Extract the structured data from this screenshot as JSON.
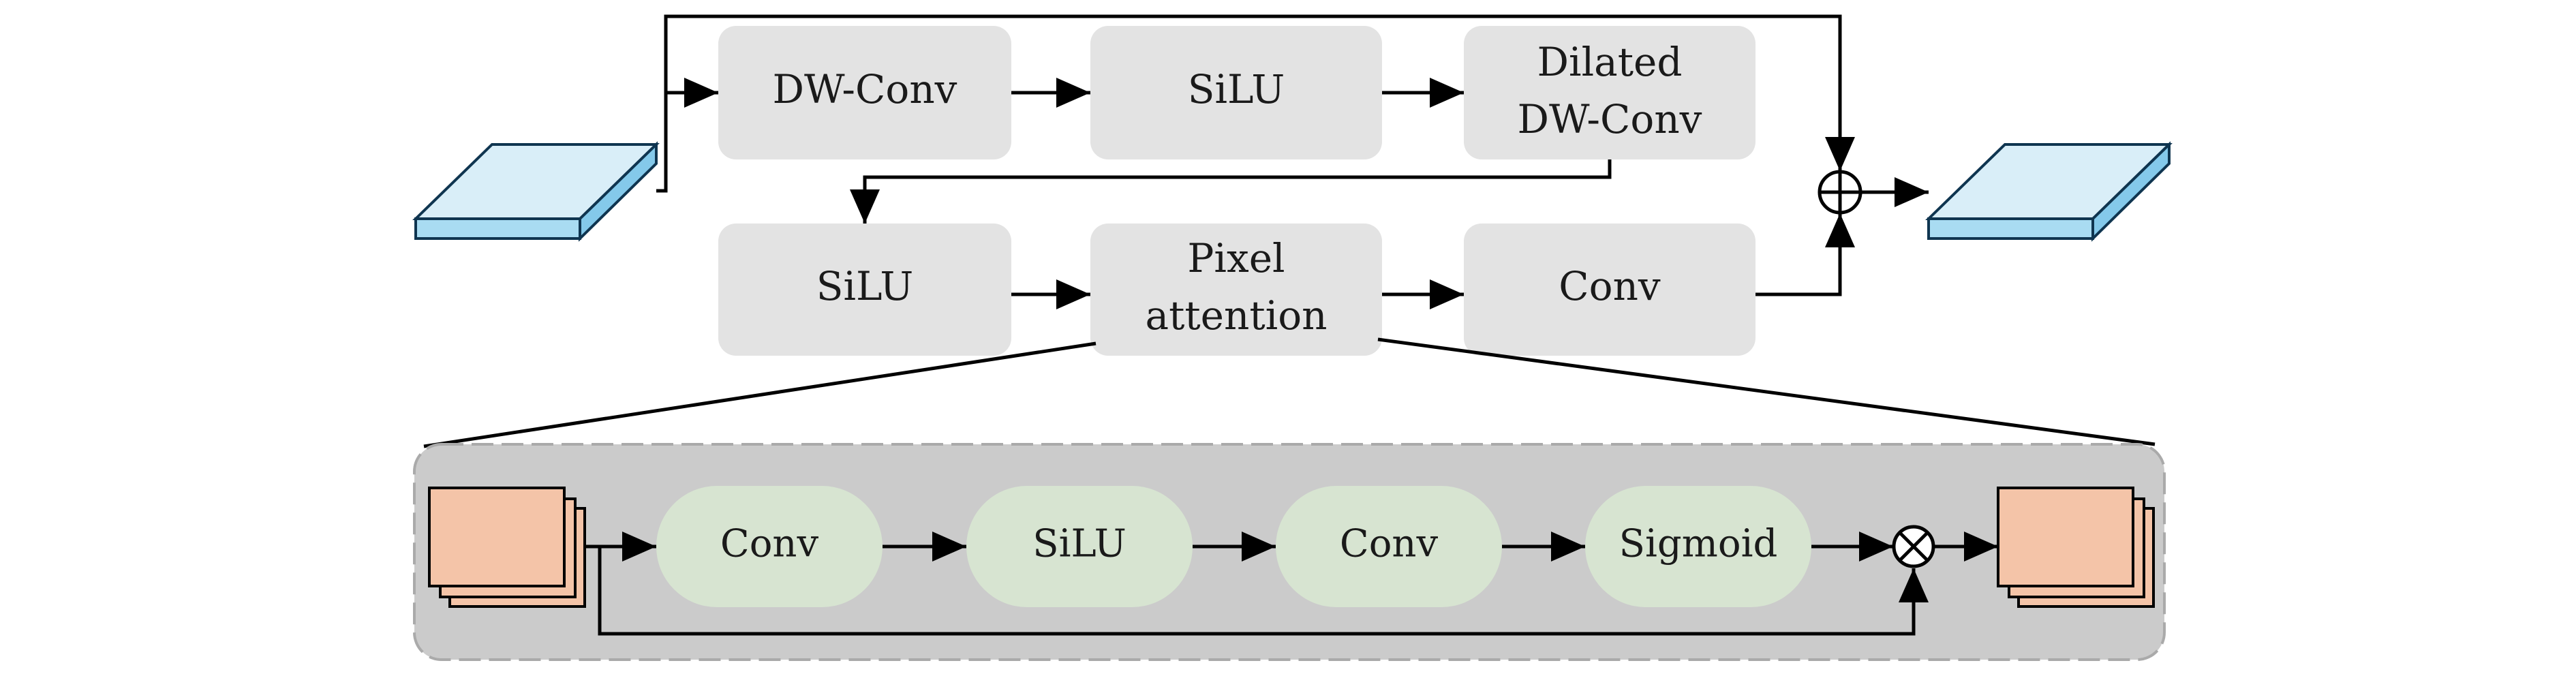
{
  "colors": {
    "block_fill": "#e3e3e3",
    "pill_fill": "#d7e4d1",
    "panel_fill": "#cbcbcb",
    "feature_fill": "#d9eef8",
    "feature_side": "#84c9ea",
    "feature_stroke": "#0f3550",
    "stack_fill": "#f4c4a8",
    "line": "#000000"
  },
  "top_branch": {
    "row1": {
      "block1": "DW-Conv",
      "block2": "SiLU",
      "block3_line1": "Dilated",
      "block3_line2": "DW-Conv"
    },
    "row2": {
      "block1": "SiLU",
      "block2_line1": "Pixel",
      "block2_line2": "attention",
      "block3": "Conv"
    },
    "merge_operator": "add"
  },
  "pixel_attention_detail": {
    "steps": [
      "Conv",
      "SiLU",
      "Conv",
      "Sigmoid"
    ],
    "merge_operator": "multiply"
  }
}
